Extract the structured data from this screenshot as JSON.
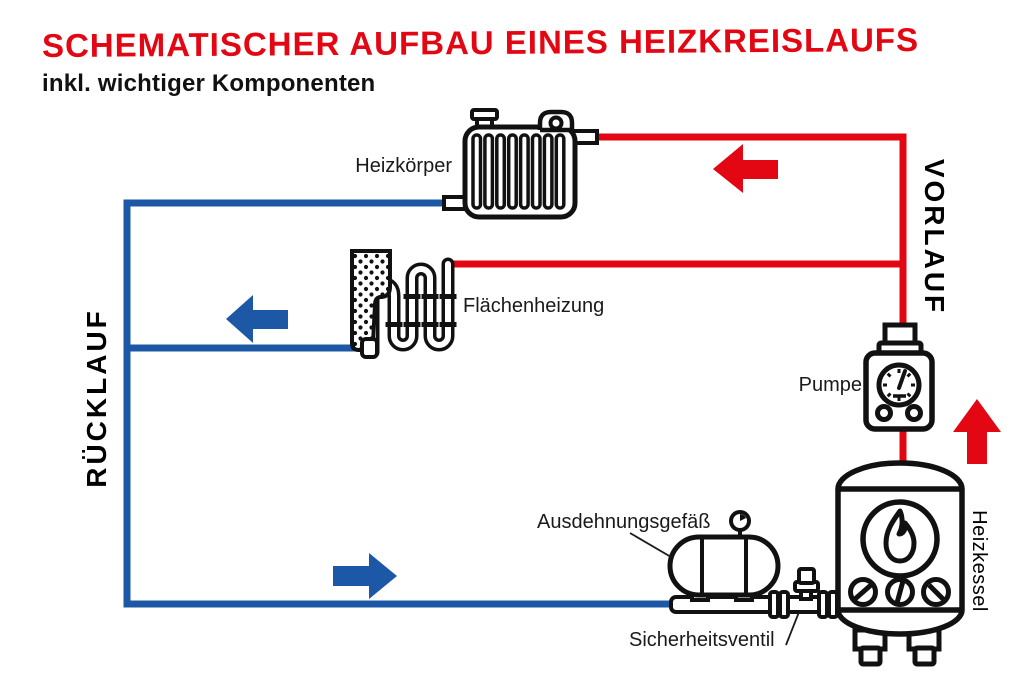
{
  "title": "SCHEMATISCHER AUFBAU EINES HEIZKREISLAUFS",
  "subtitle": "inkl. wichtiger Komponenten",
  "flow": {
    "supply_label": "VORLAUF",
    "return_label": "RÜCKLAUF"
  },
  "components": {
    "radiator_label": "Heizkörper",
    "surface_heating_label": "Flächenheizung",
    "pump_label": "Pumpe",
    "boiler_label": "Heizkessel",
    "expansion_vessel_label": "Ausdehnungsgefäß",
    "safety_valve_label": "Sicherheitsventil"
  },
  "colors": {
    "supply_red": "#e30613",
    "return_blue": "#1d58a6",
    "line_black": "#111111",
    "background": "#ffffff"
  }
}
